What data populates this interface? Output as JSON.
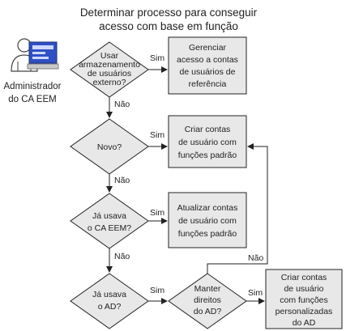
{
  "title": [
    "Determinar processo para conseguir",
    "acesso com base em função"
  ],
  "actor": {
    "lines": [
      "Administrador",
      "do CA EEM"
    ],
    "icon": "administrator-computer-icon"
  },
  "decisions": {
    "external_store": [
      "Usar",
      "armazenamento",
      "de usuários",
      "externo?"
    ],
    "new": [
      "Novo?"
    ],
    "used_ca_eem": [
      "Já usava",
      "o CA EEM?"
    ],
    "used_ad": [
      "Já usava",
      "o AD?"
    ],
    "keep_ad_rights": [
      "Manter",
      "direitos",
      "do AD?"
    ]
  },
  "processes": {
    "manage_reference": [
      "Gerenciar",
      "acesso a contas",
      "de usuários de",
      "referência"
    ],
    "create_default": [
      "Criar contas",
      "de usuário com",
      "funções padrão"
    ],
    "update_default": [
      "Atualizar contas",
      "de usuário com",
      "funções padrão"
    ],
    "create_custom_ad": [
      "Criar contas",
      "de usuário",
      "com funções",
      "personalizadas",
      "do AD"
    ]
  },
  "edge_labels": {
    "yes": "Sim",
    "no": "Não"
  },
  "colors": {
    "shape_fill": "#e8e8e8",
    "stroke": "#222222",
    "icon_blue": "#3b5bdb"
  }
}
